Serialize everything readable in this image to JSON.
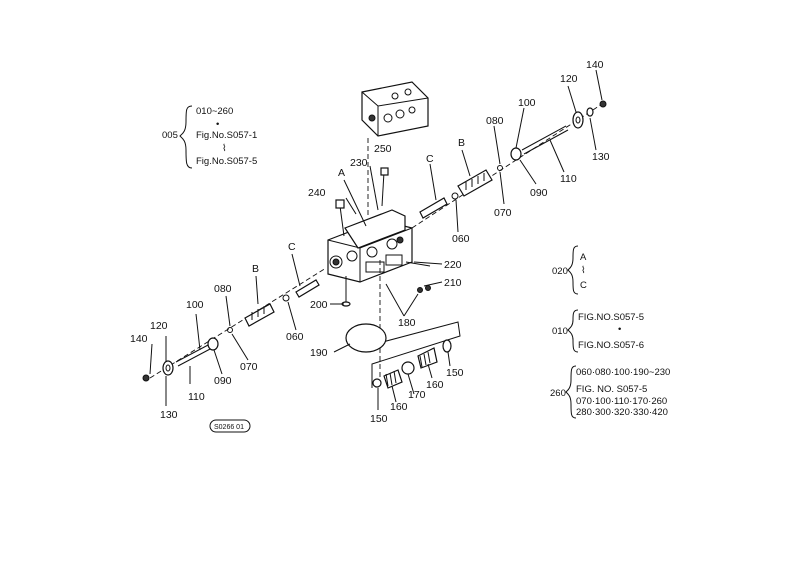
{
  "callouts": {
    "c005": {
      "num": "005",
      "l1": "010~260",
      "l2": "•",
      "l3": "Fig.No.S057-1",
      "l4": "⌇",
      "l5": "Fig.No.S057-5"
    },
    "c020": {
      "num": "020",
      "l1": "A",
      "l2": "⌇",
      "l3": "C"
    },
    "c010": {
      "num": "010",
      "l1": "FIG.NO.S057-5",
      "l2": "•",
      "l3": "FIG.NO.S057-6"
    },
    "c260": {
      "num": "260",
      "l1": "060·080·100·190~230",
      "l2": "FIG. NO. S057-5",
      "l3": "070·100·110·170·260",
      "l4": "280·300·320·330·420"
    }
  },
  "parts": {
    "p140a": "140",
    "p120a": "120",
    "p130a": "130",
    "p100a": "100",
    "p110a": "110",
    "p090a": "090",
    "p080a": "080",
    "p070a": "070",
    "pBa": "B",
    "pCa": "C",
    "p060a": "060",
    "p240": "240",
    "pA": "A",
    "p230": "230",
    "p250": "250",
    "pCb": "C",
    "pBb": "B",
    "p060b": "060",
    "p080b": "080",
    "p070b": "070",
    "p100b": "100",
    "p090b": "090",
    "p110b": "110",
    "p120b": "120",
    "p140b": "140",
    "p130b": "130",
    "p220": "220",
    "p210": "210",
    "p200": "200",
    "p180": "180",
    "p190": "190",
    "p150a": "150",
    "p160a": "160",
    "p170": "170",
    "p160b": "160",
    "p150b": "150"
  },
  "stamp": "S0266 01"
}
